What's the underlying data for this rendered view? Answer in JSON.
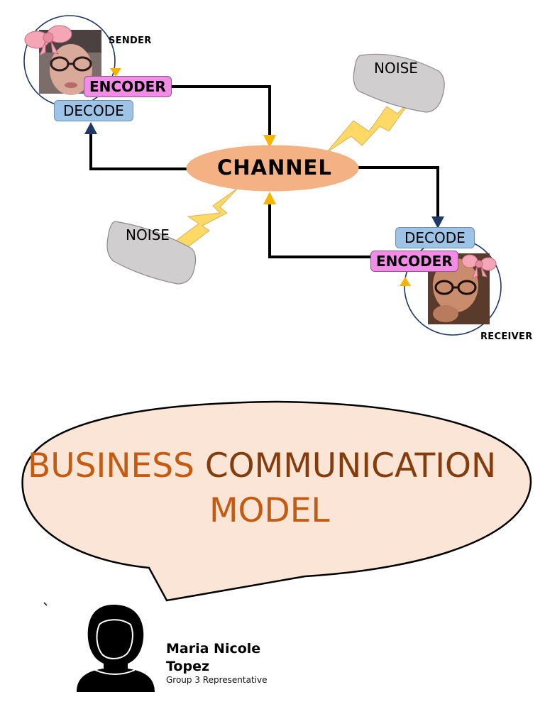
{
  "diagram": {
    "sender_label": "SENDER",
    "receiver_label": "RECEIVER",
    "encoder_label": "ENCODER",
    "decode_label": "DECODE",
    "channel_label": "CHANNEL",
    "noise_label": "NOISE"
  },
  "title": {
    "word1": "BUSINESS",
    "word2": "COMMUNICATION",
    "word3": "MODEL"
  },
  "presenter": {
    "name_line1": "Maria Nicole",
    "name_line2": "Topez",
    "role": "Group 3 Representative"
  },
  "colors": {
    "channel": "#f4b183",
    "encoder": "#f28ce6",
    "decode": "#9dc3e6",
    "noise": "#d0cece",
    "lightning": "#ffd966",
    "bubble": "#fbe5d6",
    "title_orange": "#c55a11",
    "title_brown": "#843c0c"
  }
}
